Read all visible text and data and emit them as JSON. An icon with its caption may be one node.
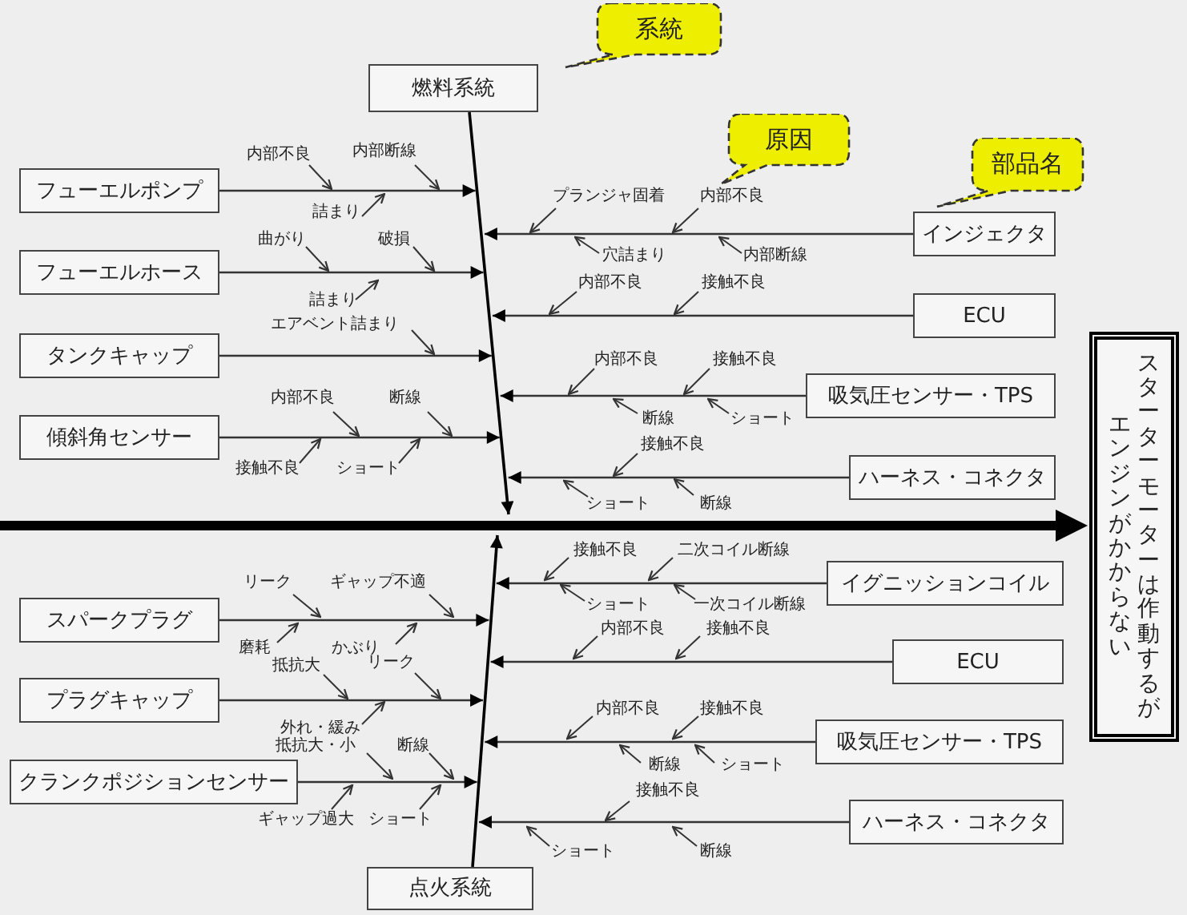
{
  "diagram": {
    "nodes": [
      {
        "text": [
          "燃料系統"
        ]
      },
      {
        "text": [
          "点火系統"
        ]
      },
      {
        "text": [
          "エンジンがかからない",
          "スターターモーターは作動するが"
        ]
      },
      {
        "text": [
          "フューエルポンプ"
        ]
      },
      {
        "text": [
          "フューエルホース"
        ]
      },
      {
        "text": [
          "タンクキャップ"
        ]
      },
      {
        "text": [
          "傾斜角センサー"
        ]
      },
      {
        "text": [
          "インジェクタ"
        ]
      },
      {
        "text": [
          "ECU"
        ]
      },
      {
        "text": [
          "吸気圧センサー・TPS"
        ]
      },
      {
        "text": [
          "ハーネス・コネクタ"
        ]
      },
      {
        "text": [
          "スパークプラグ"
        ]
      },
      {
        "text": [
          "プラグキャップ"
        ]
      },
      {
        "text": [
          "クランクポジションセンサー"
        ]
      },
      {
        "text": [
          "イグニッションコイル"
        ]
      },
      {
        "text": [
          "ECU"
        ]
      },
      {
        "text": [
          "吸気圧センサー・TPS"
        ]
      },
      {
        "text": [
          "ハーネス・コネクタ"
        ]
      },
      {
        "text": [
          "系統"
        ]
      },
      {
        "text": [
          "原因"
        ]
      },
      {
        "text": [
          "部品名"
        ]
      }
    ],
    "edges": [
      {
        "from": null,
        "to": 2,
        "arrow": "to",
        "style": "thick"
      },
      {
        "from": 0,
        "to": null,
        "arrow": "to"
      },
      {
        "from": 1,
        "to": null,
        "arrow": "to"
      },
      {
        "from": 3,
        "to": null,
        "arrow": "to"
      },
      {
        "from": 4,
        "to": null,
        "arrow": "to"
      },
      {
        "from": 5,
        "to": null,
        "arrow": "to"
      },
      {
        "from": 6,
        "to": null,
        "arrow": "to"
      },
      {
        "from": 7,
        "to": null,
        "arrow": "to"
      },
      {
        "from": 8,
        "to": null,
        "arrow": "to"
      },
      {
        "from": 9,
        "to": null,
        "arrow": "to"
      },
      {
        "from": 10,
        "to": null,
        "arrow": "to"
      },
      {
        "from": 11,
        "to": null,
        "arrow": "to"
      },
      {
        "from": 12,
        "to": null,
        "arrow": "to"
      },
      {
        "from": 13,
        "to": null,
        "arrow": "to"
      },
      {
        "from": 14,
        "to": null,
        "arrow": "to"
      },
      {
        "from": 15,
        "to": null,
        "arrow": "to"
      },
      {
        "from": 16,
        "to": null,
        "arrow": "to"
      },
      {
        "from": 17,
        "to": null,
        "arrow": "to"
      }
    ],
    "labels": [
      "内部不良",
      "内部断線",
      "詰まり",
      "曲がり",
      "破損",
      "詰まり",
      "エアベント詰まり",
      "内部不良",
      "断線",
      "接触不良",
      "ショート",
      "プランジャ固着",
      "内部不良",
      "穴詰まり",
      "内部断線",
      "内部不良",
      "接触不良",
      "内部不良",
      "接触不良",
      "断線",
      "ショート",
      "接触不良",
      "ショート",
      "断線",
      "リーク",
      "ギャップ不適",
      "磨耗",
      "かぶり",
      "抵抗大",
      "リーク",
      "外れ・緩み",
      "抵抗大・小",
      "断線",
      "ギャップ過大",
      "ショート",
      "接触不良",
      "二次コイル断線",
      "ショート",
      "一次コイル断線",
      "内部不良",
      "接触不良",
      "内部不良",
      "接触不良",
      "断線",
      "ショート",
      "接触不良",
      "ショート",
      "断線"
    ]
  }
}
